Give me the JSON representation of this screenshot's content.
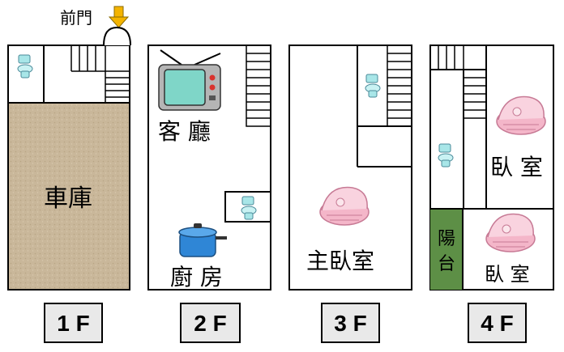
{
  "front_door_label": "前門",
  "colors": {
    "wall": "#000000",
    "garage_floor": "#c9b79a",
    "balcony": "#5d8f46",
    "label_box": "#e9e9e9",
    "arrow": "#f4b400",
    "tv_screen": "#7fd6c8",
    "tv_body": "#b5b5b5",
    "pot": "#2f86d6",
    "toilet": "#a8e6e8",
    "crib": "#f4b6c9"
  },
  "floors": [
    {
      "label": "1 F",
      "rooms": [
        "車庫"
      ]
    },
    {
      "label": "2 F",
      "rooms": [
        "客 廳",
        "廚 房"
      ]
    },
    {
      "label": "3 F",
      "rooms": [
        "主臥室"
      ]
    },
    {
      "label": "4 F",
      "rooms": [
        "臥 室",
        "臥 室",
        "陽",
        "台"
      ]
    }
  ],
  "icons": [
    "arrow-down-icon",
    "toilet-icon",
    "tv-icon",
    "cooking-pot-icon",
    "crib-icon"
  ]
}
